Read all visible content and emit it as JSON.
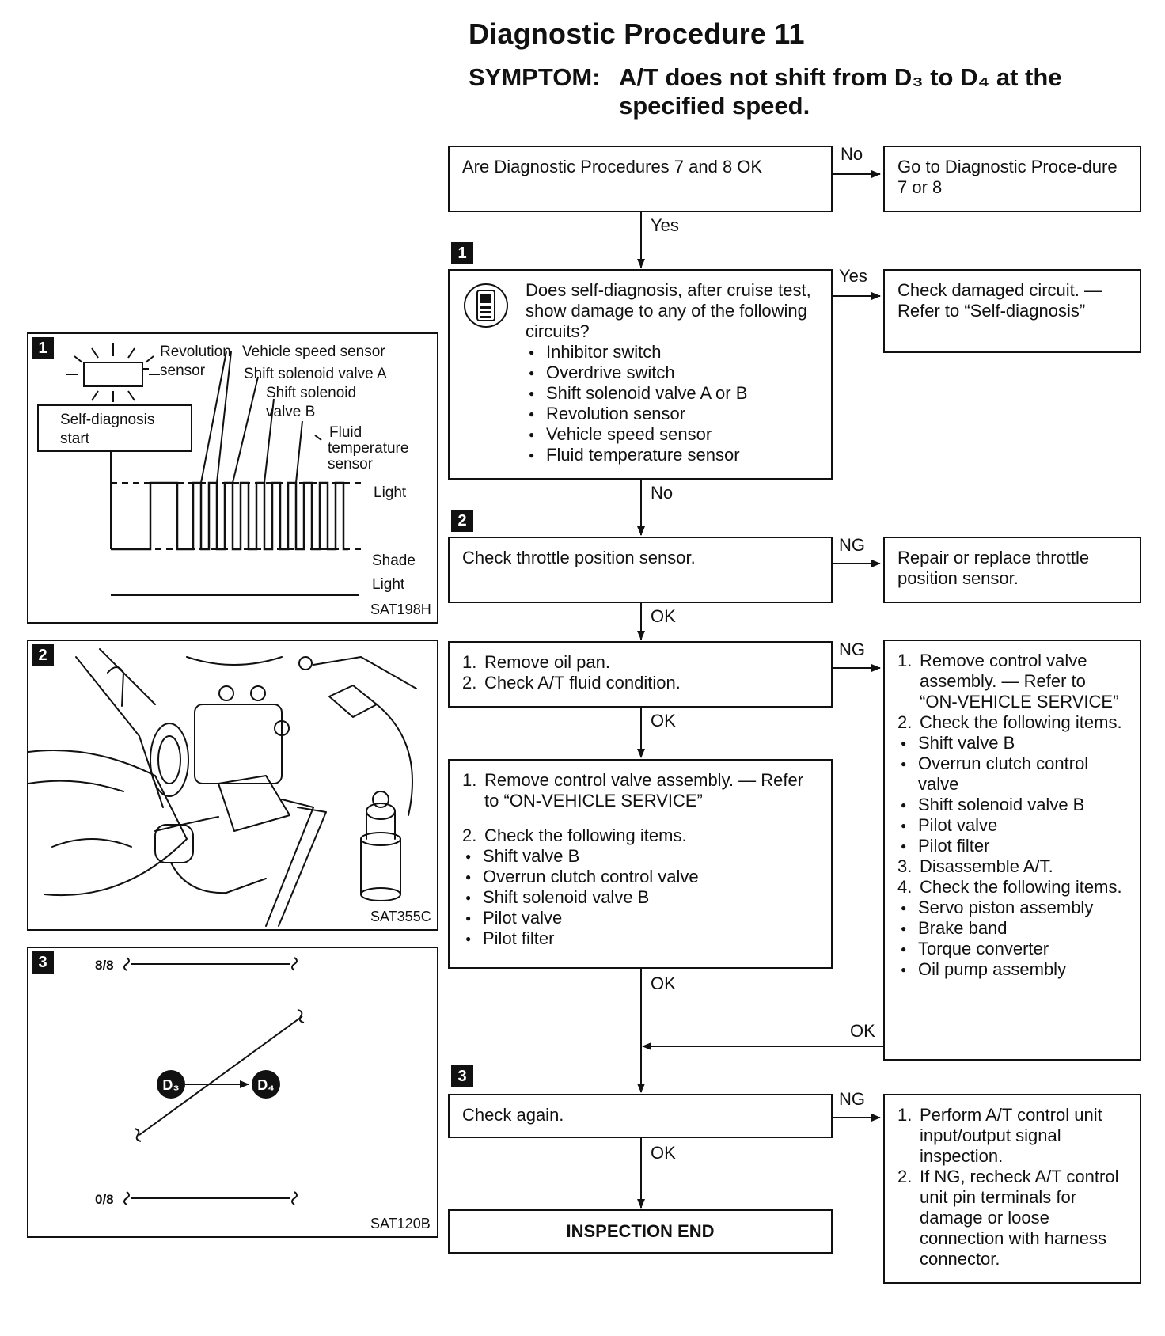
{
  "title": "Diagnostic Procedure 11",
  "symptom": {
    "label": "SYMPTOM:",
    "line1": "A/T does not shift from D₃ to D₄ at the",
    "line2": "specified speed."
  },
  "flow": {
    "q0": "Are Diagnostic Procedures 7 and 8 OK",
    "q0_no_label": "No",
    "q0_no_action": "Go to Diagnostic Proce-dure 7 or 8",
    "q0_yes_label": "Yes",
    "step1_num": "1",
    "step1_question": "Does self-diagnosis, after cruise test, show damage to any of the following circuits?",
    "step1_items": [
      "Inhibitor switch",
      "Overdrive switch",
      "Shift solenoid valve A or B",
      "Revolution sensor",
      "Vehicle speed sensor",
      "Fluid temperature sensor"
    ],
    "step1_yes_label": "Yes",
    "step1_yes_action": "Check damaged circuit. — Refer to “Self-diagnosis”",
    "step1_no_label": "No",
    "step2_num": "2",
    "step2_check": "Check throttle position sensor.",
    "step2_ng_label": "NG",
    "step2_ng_action": "Repair or replace throttle position sensor.",
    "step2_ok_label": "OK",
    "oilpan_items": [
      "Remove oil pan.",
      "Check A/T fluid condition."
    ],
    "oilpan_ng_label": "NG",
    "oilpan_ok_label": "OK",
    "cv_item1": "Remove control valve assembly. — Refer to “ON-VEHICLE SERVICE”",
    "cv_item2": "Check the following items.",
    "cv_bullets": [
      "Shift valve B",
      "Overrun clutch control valve",
      "Shift solenoid valve B",
      "Pilot valve",
      "Pilot filter"
    ],
    "cv_ok_label": "OK",
    "right_item1": "Remove control valve assembly. — Refer to “ON-VEHICLE SERVICE”",
    "right_item2": "Check the following items.",
    "right_bullets_a": [
      "Shift valve B",
      "Overrun clutch control valve",
      "Shift solenoid valve B",
      "Pilot valve",
      "Pilot filter"
    ],
    "right_item3": "Disassemble A/T.",
    "right_item4": "Check the following items.",
    "right_bullets_b": [
      "Servo piston assembly",
      "Brake band",
      "Torque converter",
      "Oil pump assembly"
    ],
    "right_ok_label": "OK",
    "step3_num": "3",
    "step3_check": "Check again.",
    "step3_ng_label": "NG",
    "step3_ng_item1": "Perform A/T control unit input/output signal inspection.",
    "step3_ng_item2": "If NG, recheck A/T control unit pin terminals for damage or loose connection with harness connector.",
    "step3_ok_label": "OK",
    "end": "INSPECTION END"
  },
  "panel1": {
    "num": "1",
    "labels": {
      "revolution": "Revolution",
      "sensor": "sensor",
      "vss": "Vehicle speed sensor",
      "ssa": "Shift solenoid valve A",
      "ssb1": "Shift solenoid",
      "ssb2": "valve B",
      "fluid1": "Fluid",
      "fluid2": "temperature",
      "fluid3": "sensor",
      "start1": "Self-diagnosis",
      "start2": "start",
      "light": "Light",
      "shade": "Shade",
      "light2": "Light"
    },
    "code": "SAT198H"
  },
  "panel2": {
    "num": "2",
    "code": "SAT355C"
  },
  "panel3": {
    "num": "3",
    "top_label": "8/8",
    "bottom_label": "0/8",
    "from": "D₃",
    "to": "D₄",
    "code": "SAT120B"
  }
}
